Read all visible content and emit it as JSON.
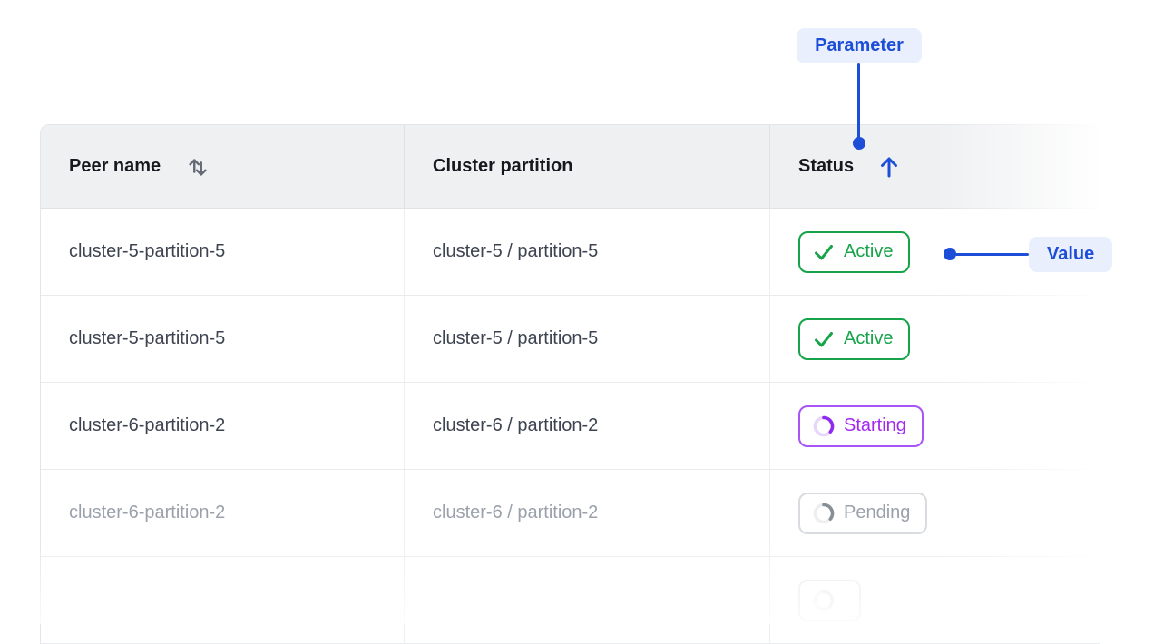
{
  "annotations": {
    "parameter_label": "Parameter",
    "value_label": "Value"
  },
  "table": {
    "columns": [
      {
        "label": "Peer name",
        "sort_indicator": "sortable",
        "sort_icon": "sort-both-icon"
      },
      {
        "label": "Cluster partition",
        "sort_indicator": "none",
        "sort_icon": ""
      },
      {
        "label": "Status",
        "sort_indicator": "ascending",
        "sort_icon": "arrow-up-icon"
      }
    ],
    "rows": [
      {
        "peer_name": "cluster-5-partition-5",
        "cluster_partition": "cluster-5 / partition-5",
        "status": "Active",
        "status_kind": "active",
        "faded": false,
        "ghost": false
      },
      {
        "peer_name": "cluster-5-partition-5",
        "cluster_partition": "cluster-5 / partition-5",
        "status": "Active",
        "status_kind": "active",
        "faded": false,
        "ghost": false
      },
      {
        "peer_name": "cluster-6-partition-2",
        "cluster_partition": "cluster-6 / partition-2",
        "status": "Starting",
        "status_kind": "starting",
        "faded": false,
        "ghost": false
      },
      {
        "peer_name": "cluster-6-partition-2",
        "cluster_partition": "cluster-6 / partition-2",
        "status": "Pending",
        "status_kind": "pending",
        "faded": true,
        "ghost": false
      },
      {
        "peer_name": "",
        "cluster_partition": "",
        "status": "",
        "status_kind": "ghost",
        "faded": false,
        "ghost": true
      }
    ]
  },
  "icons": {
    "sort_both": "sort-both-icon",
    "sort_ascending": "arrow-up-icon",
    "active_status": "check-icon",
    "in_progress_status": "spinner-icon",
    "connector": "dot-connector"
  },
  "colors": {
    "annotation_blue": "#1d4ed8",
    "annotation_pill_bg": "#e9effc",
    "status_active_green": "#17a34a",
    "status_starting_purple": "#a855f7",
    "status_pending_gray": "#9ba1ab",
    "header_bg": "#eff0f2",
    "border": "#e3e5e9",
    "cell_text": "#3d4451",
    "header_text": "#15181e"
  }
}
